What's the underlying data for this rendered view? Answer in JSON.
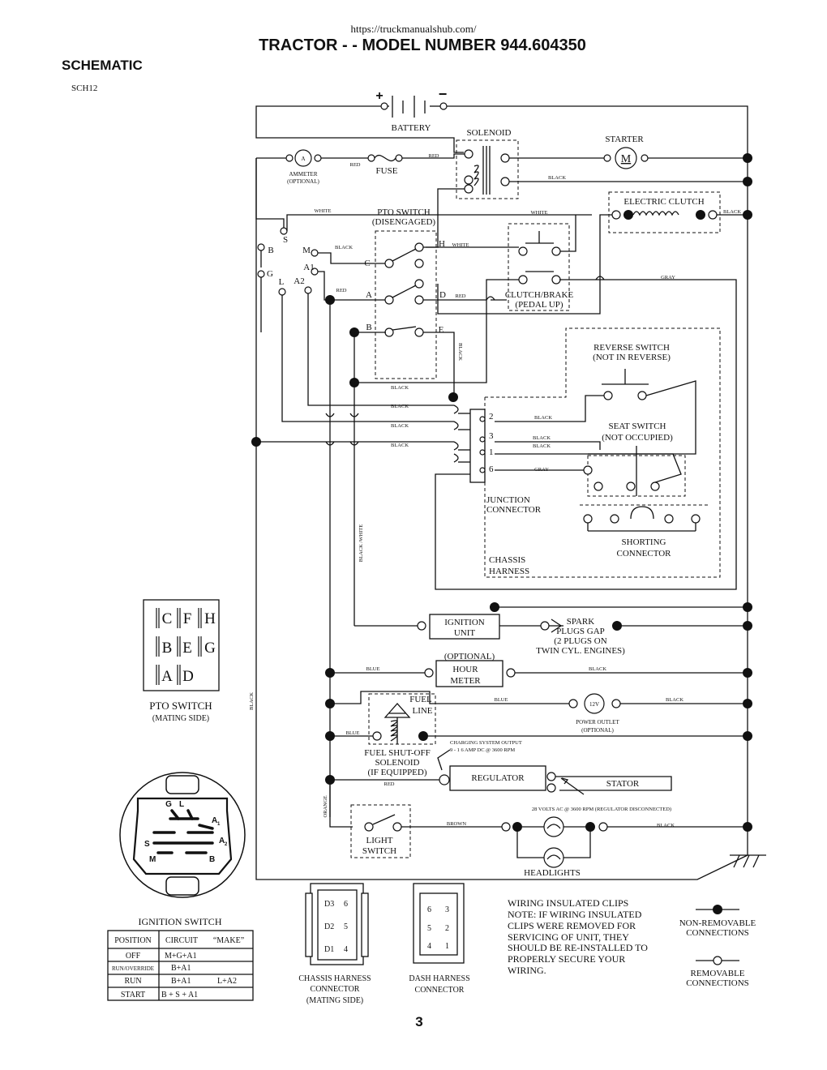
{
  "header": {
    "url": "https://truckmanualshub.com/",
    "title": "TRACTOR - - MODEL NUMBER 944.604350",
    "section": "SCHEMATIC",
    "code": "SCH12",
    "page_number": "3"
  },
  "components": {
    "battery": "BATTERY",
    "battery_plus": "+",
    "battery_minus": "−",
    "solenoid": "SOLENOID",
    "starter": "STARTER",
    "starter_symbol": "M",
    "ammeter_symbol": "A",
    "ammeter_1": "AMMETER",
    "ammeter_2": "(OPTIONAL)",
    "fuse": "FUSE",
    "electric_clutch": "ELECTRIC CLUTCH",
    "pto_switch_1": "PTO SWITCH",
    "pto_switch_2": "(DISENGAGED)",
    "clutch_brake_1": "CLUTCH/BRAKE",
    "clutch_brake_2": "(PEDAL UP)",
    "reverse_switch_1": "REVERSE SWITCH",
    "reverse_switch_2": "(NOT IN REVERSE)",
    "seat_switch_1": "SEAT SWITCH",
    "seat_switch_2": "(NOT OCCUPIED)",
    "junction_1": "JUNCTION",
    "junction_2": "CONNECTOR",
    "shorting_1": "SHORTING",
    "shorting_2": "CONNECTOR",
    "chassis_1": "CHASSIS",
    "chassis_2": "HARNESS",
    "ignition_unit_1": "IGNITION",
    "ignition_unit_2": "UNIT",
    "spark_1": "SPARK",
    "spark_2": "PLUGS GAP",
    "spark_3": "(2 PLUGS ON",
    "spark_4": "TWIN CYL. ENGINES)",
    "optional": "(OPTIONAL)",
    "hour_meter_1": "HOUR",
    "hour_meter_2": "METER",
    "fuel_line_1": "FUEL",
    "fuel_line_2": "LINE",
    "power_outlet_symbol": "12V",
    "power_outlet_1": "POWER OUTLET",
    "power_outlet_2": "(OPTIONAL)",
    "charging_1": "CHARGING SYSTEM OUTPUT",
    "charging_2": "9 - 1 6 AMP DC @ 3600 RPM",
    "fuel_shutoff_1": "FUEL SHUT-OFF",
    "fuel_shutoff_2": "SOLENOID",
    "fuel_shutoff_3": "(IF EQUIPPED)",
    "regulator": "REGULATOR",
    "stator": "STATOR",
    "ac_volts": "28 VOLTS AC @ 3600 RPM (REGULATOR DISCONNECTED)",
    "light_switch_1": "LIGHT",
    "light_switch_2": "SWITCH",
    "headlights": "HEADLIGHTS"
  },
  "wire_colors": {
    "red": "RED",
    "black": "BLACK",
    "white": "WHITE",
    "gray": "GRAY",
    "blue": "BLUE",
    "brown": "BROWN",
    "orange": "ORANGE",
    "black_white": "BLACK /WHITE"
  },
  "terminals": {
    "S": "S",
    "M": "M",
    "B": "B",
    "G": "G",
    "L": "L",
    "A1": "A1",
    "A2": "A2",
    "C": "C",
    "A": "A",
    "H": "H",
    "D": "D",
    "E": "E",
    "j2": "2",
    "j3": "3",
    "j1": "1",
    "j6": "6"
  },
  "pto_mating": {
    "row1": [
      "C",
      "F",
      "H"
    ],
    "row2": [
      "B",
      "E",
      "G"
    ],
    "row3": [
      "A",
      "D"
    ],
    "caption_1": "PTO SWITCH",
    "caption_2": "(MATING SIDE)"
  },
  "ignition_switch": {
    "face_labels": {
      "G": "G",
      "L": "L",
      "A1": "A",
      "A1_sub": "1",
      "A2": "A",
      "A2_sub": "2",
      "S": "S",
      "M": "M",
      "B": "B"
    },
    "title": "IGNITION SWITCH",
    "table": {
      "headers": [
        "POSITION",
        "CIRCUIT",
        "“MAKE”"
      ],
      "rows": [
        [
          "OFF",
          "M+G+A1",
          ""
        ],
        [
          "RUN/OVERRIDE",
          "B+A1",
          ""
        ],
        [
          "RUN",
          "B+A1",
          "L+A2"
        ],
        [
          "START",
          "B + S + A1",
          ""
        ]
      ]
    }
  },
  "connectors": {
    "chassis": {
      "left": [
        "D3",
        "D2",
        "D1"
      ],
      "right": [
        "6",
        "5",
        "4"
      ],
      "caption_1": "CHASSIS HARNESS",
      "caption_2": "CONNECTOR",
      "caption_3": "(MATING SIDE)"
    },
    "dash": {
      "left": [
        "6",
        "5",
        "4"
      ],
      "right": [
        "3",
        "2",
        "1"
      ],
      "caption_1": "DASH HARNESS",
      "caption_2": "CONNECTOR"
    }
  },
  "note": {
    "line1": "WIRING INSULATED CLIPS",
    "line2": "NOTE:  IF WIRING INSULATED",
    "line3": "CLIPS WERE REMOVED FOR",
    "line4": "SERVICING OF UNIT, THEY",
    "line5": "SHOULD BE RE-INSTALLED TO",
    "line6": "PROPERLY SECURE YOUR",
    "line7": "WIRING."
  },
  "legend": {
    "non_removable_1": "NON-REMOVABLE",
    "non_removable_2": "CONNECTIONS",
    "removable_1": "REMOVABLE",
    "removable_2": "CONNECTIONS"
  }
}
